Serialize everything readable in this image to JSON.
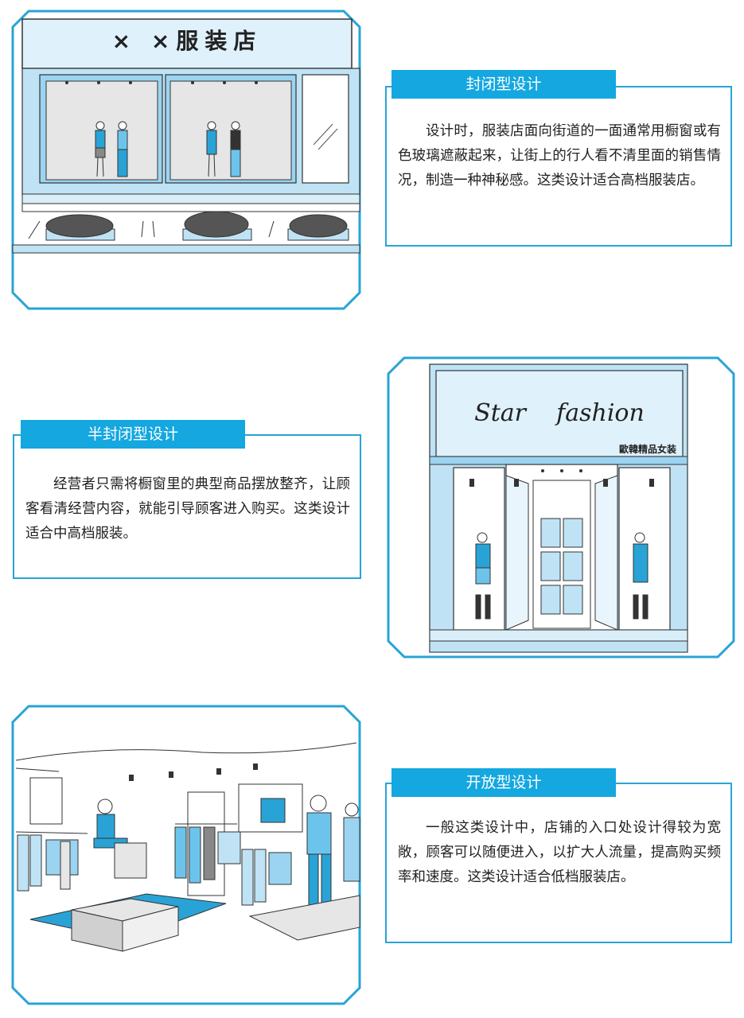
{
  "page": {
    "background": "#ffffff",
    "accent_color": "#14a7e0",
    "border_color": "#29a3d6",
    "panel_fill": "#cde9f7"
  },
  "section1": {
    "store_sign": "× ×服装店",
    "title": "封闭型设计",
    "body": "设计时，服装店面向街道的一面通常用橱窗或有色玻璃遮蔽起来，让街上的行人看不清里面的销售情况，制造一种神秘感。这类设计适合高档服装店。"
  },
  "section2": {
    "title": "半封闭型设计",
    "body": "经营者只需将橱窗里的典型商品摆放整齐，让顾客看清经营内容，就能引导顾客进入购买。这类设计适合中高档服装。",
    "sign_text": "Star    fashion",
    "sign_sub": "歐韓精品女装"
  },
  "section3": {
    "title": "开放型设计",
    "body": "一般这类设计中，店铺的入口处设计得较为宽敞，顾客可以随便进入，以扩大人流量，提高购买频率和速度。这类设计适合低档服装店。"
  }
}
